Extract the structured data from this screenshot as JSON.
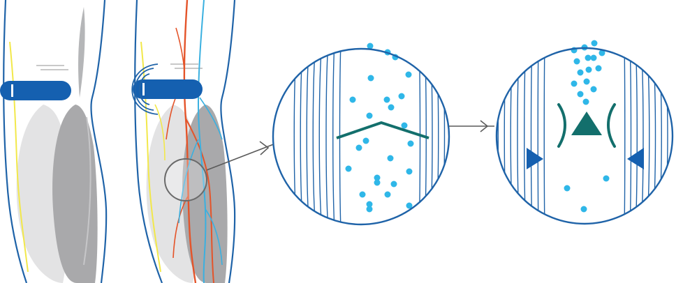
{
  "diagram": {
    "labels": [],
    "colors": {
      "skin_outline": "#1f63a8",
      "cuff": "#1560b0",
      "cuff_highlight": "#ffffff",
      "nerve": "#f2e84a",
      "artery": "#e4542a",
      "vein": "#3ab0e0",
      "muscle_light": "#e3e3e4",
      "muscle_dark": "#a9a9ab",
      "bone_gray": "#b5b6b8",
      "magnifier_ring": "#6a6a6a",
      "vessel_wall": "#1f63a8",
      "valve": "#136f6c",
      "particle": "#2fb7e8",
      "arrow": "#5a5a5a"
    },
    "icons": [
      "pressure-waves-icon",
      "arrow-right-icon",
      "arrow-right-icon"
    ],
    "panels": [
      {
        "name": "limb-before"
      },
      {
        "name": "limb-with-vessels"
      },
      {
        "name": "vessel-zoom-open"
      },
      {
        "name": "vessel-zoom-closed"
      }
    ]
  }
}
